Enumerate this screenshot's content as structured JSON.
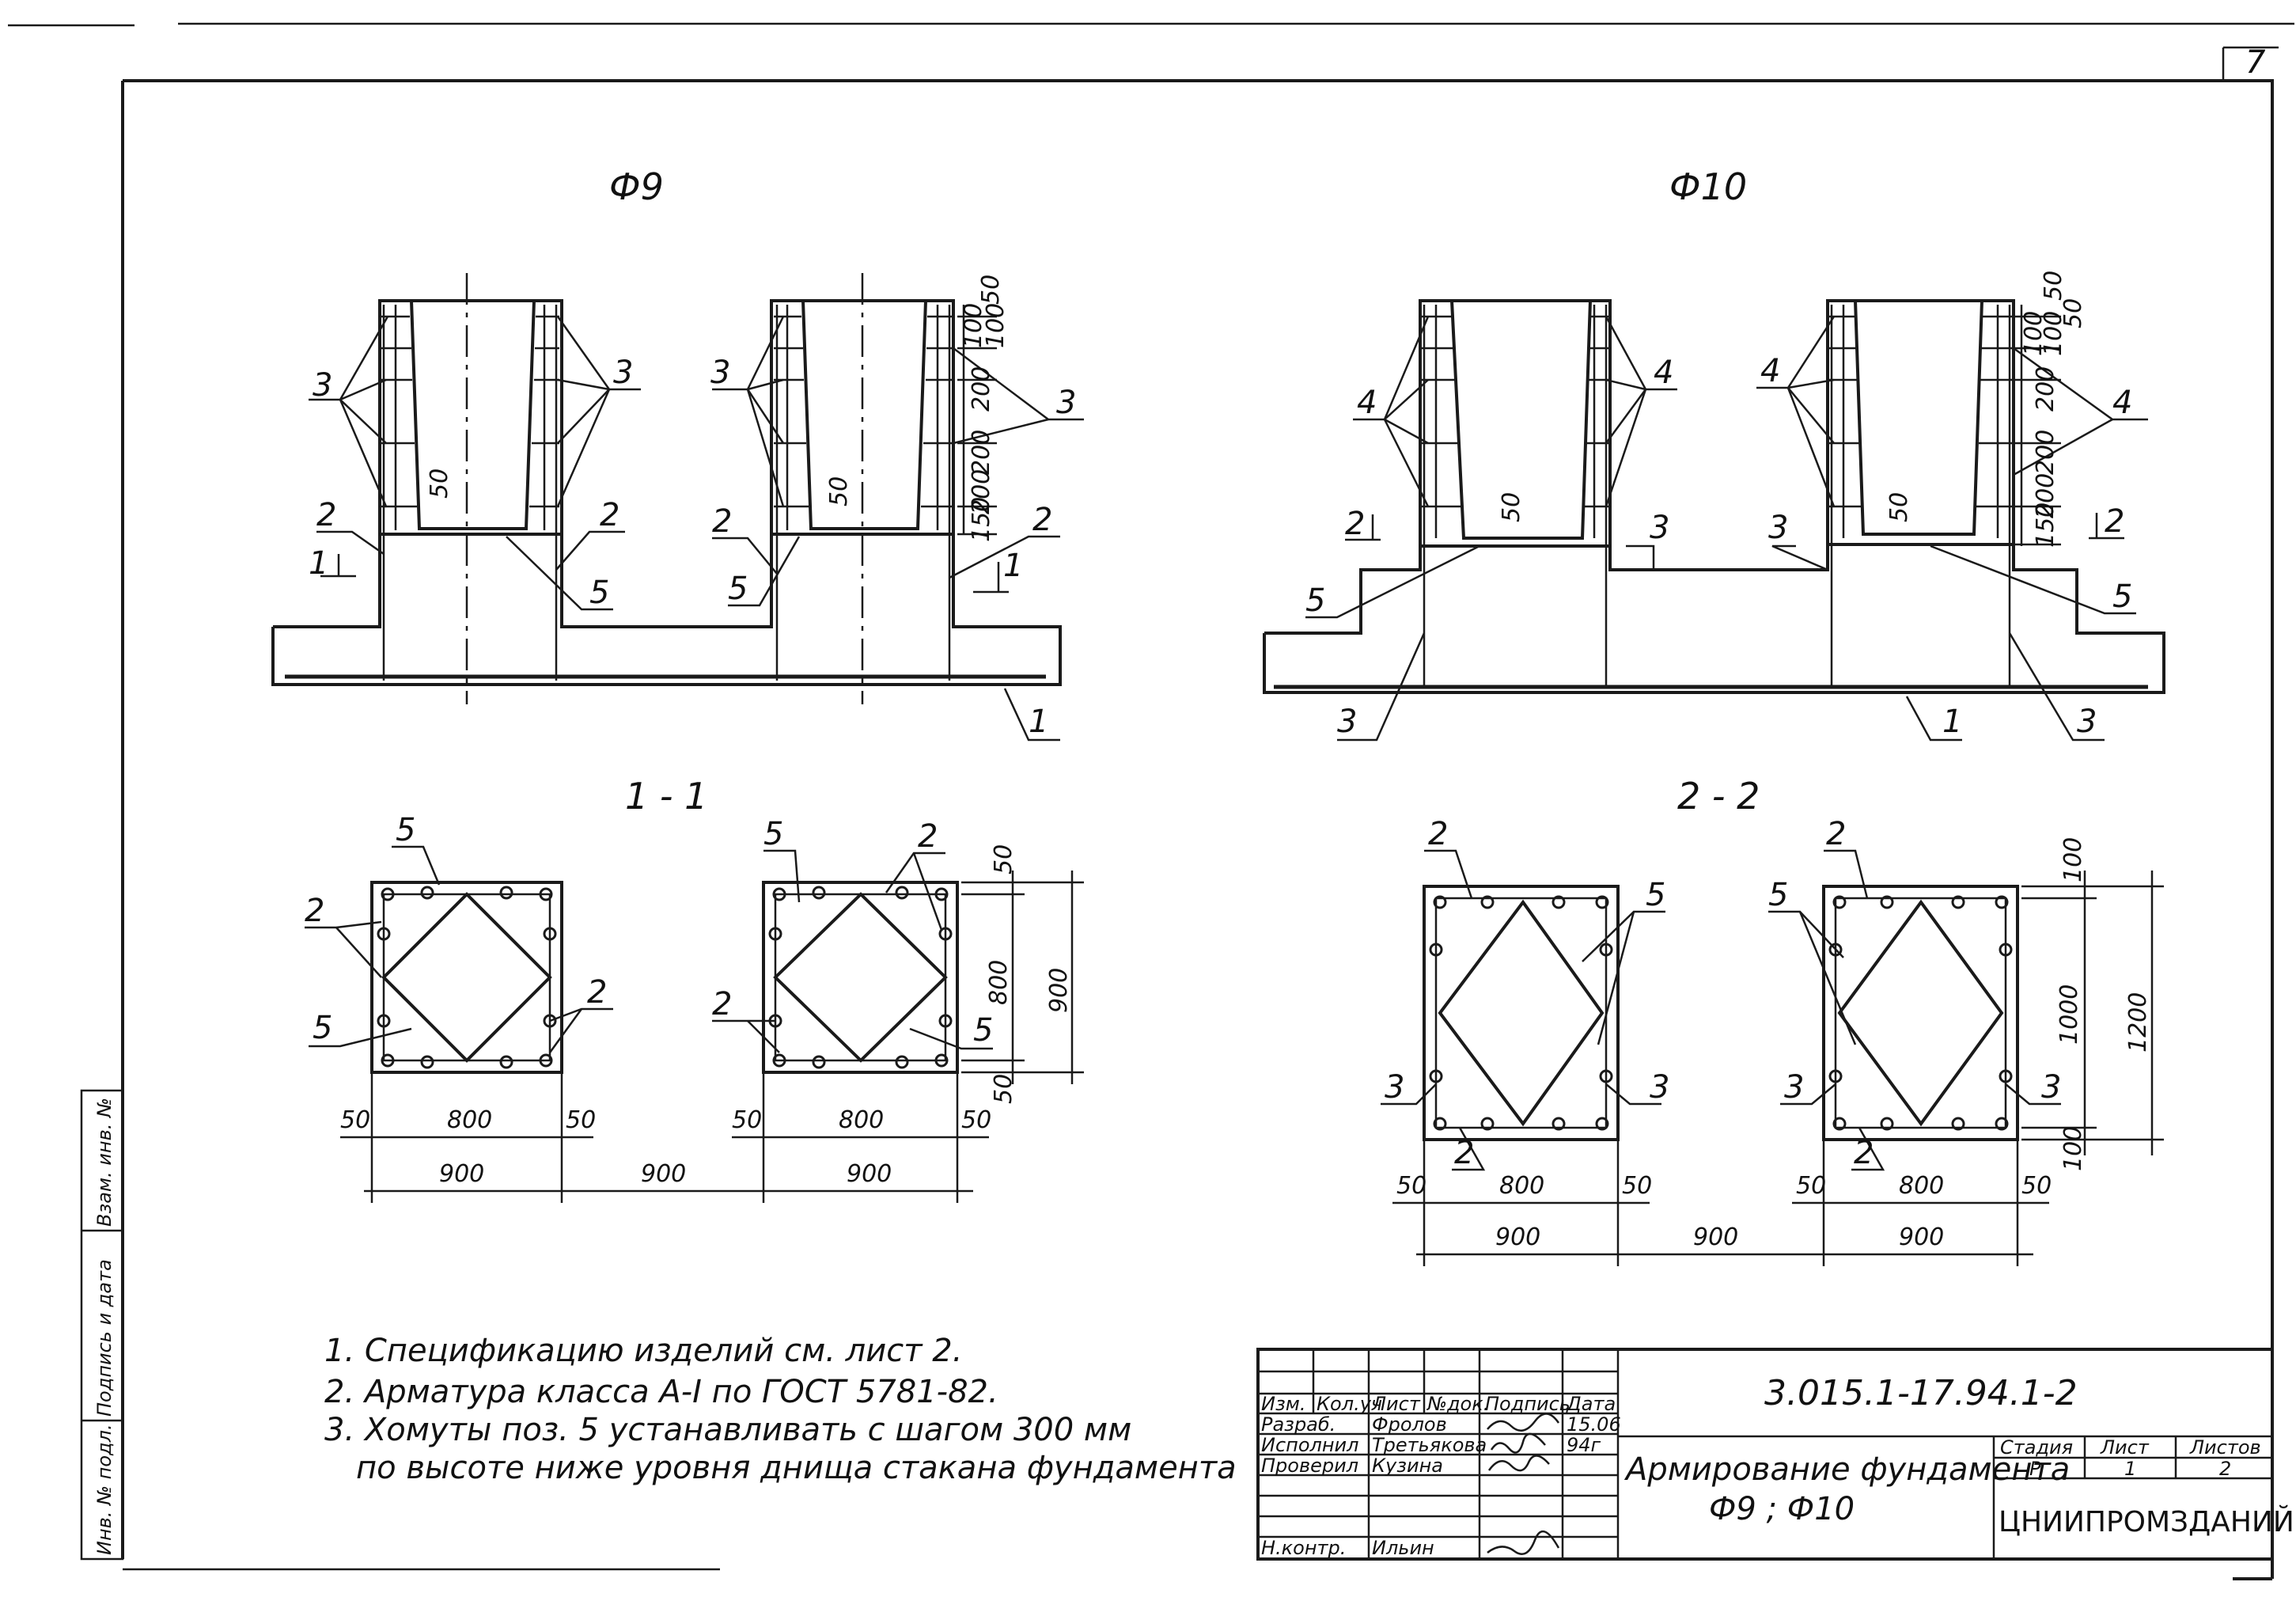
{
  "page_number": "7",
  "views": {
    "f9_title": "Ф9",
    "f10_title": "Ф10",
    "section_1_title": "1 - 1",
    "section_2_title": "2 - 2"
  },
  "callouts": {
    "p1": "1",
    "p2": "2",
    "p3": "3",
    "p4": "4",
    "p5": "5",
    "cut1": "1",
    "cut2": "2"
  },
  "dimensions": {
    "d50": "50",
    "d100": "100",
    "d150": "150",
    "d200": "200",
    "d800": "800",
    "d900": "900",
    "d1000": "1000",
    "d1200": "1200"
  },
  "notes": [
    "1. Спецификацию изделий см. лист 2.",
    "2. Арматура класса А-I по ГОСТ 5781-82.",
    "3. Хомуты поз. 5    устанавливать с шагом 300 мм",
    "по высоте ниже уровня днища стакана фундамента"
  ],
  "side_stamp": {
    "col1": "Инв. № подл.",
    "col2": "Подпись и дата",
    "col3": "Взам. инв. №"
  },
  "title_block": {
    "doc_code": "3.015.1-17.94.1-2",
    "title_line1": "Армирование фундамента",
    "title_line2": "Ф9 ; Ф10",
    "organization": "ЦНИИПРОМЗДАНИЙ",
    "header": [
      "Изм.",
      "Кол.уч",
      "Лист",
      "№док.",
      "Подпись",
      "Дата"
    ],
    "rows": [
      {
        "role": "Разраб.",
        "name": "Фролов",
        "date": "15.06"
      },
      {
        "role": "Исполнил",
        "name": "Третьякова",
        "date": "94г"
      },
      {
        "role": "Проверил",
        "name": "Кузина",
        "date": ""
      },
      {
        "role": "Н.контр.",
        "name": "Ильин",
        "date": ""
      }
    ],
    "stage_label": "Стадия",
    "sheet_label": "Лист",
    "sheets_label": "Листов",
    "stage": "Р",
    "sheet": "1",
    "sheets": "2"
  }
}
